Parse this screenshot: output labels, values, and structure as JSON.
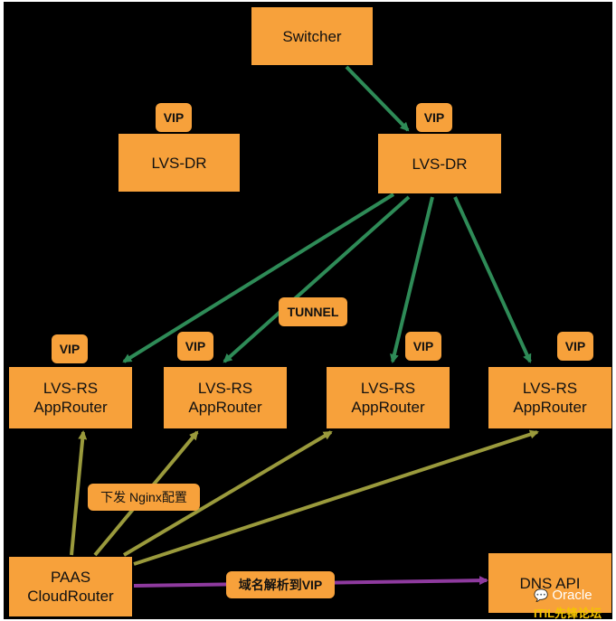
{
  "nodes": {
    "switcher": "Switcher",
    "lvs_dr_left": "LVS-DR",
    "lvs_dr_right": "LVS-DR",
    "rs1": [
      "LVS-RS",
      "AppRouter"
    ],
    "rs2": [
      "LVS-RS",
      "AppRouter"
    ],
    "rs3": [
      "LVS-RS",
      "AppRouter"
    ],
    "rs4": [
      "LVS-RS",
      "AppRouter"
    ],
    "paas": [
      "PAAS",
      "CloudRouter"
    ],
    "dns": "DNS API"
  },
  "tags": {
    "vip": "VIP",
    "tunnel": "TUNNEL"
  },
  "edge_labels": {
    "nginx": "下发 Nginx配置",
    "dns_resolve": "域名解析到VIP"
  },
  "colors": {
    "background": "#000000",
    "node_fill": "#f7a13b",
    "green_arrow": "#2e8b57",
    "olive_arrow": "#9a9a3c",
    "purple_arrow": "#8e3a9e"
  },
  "watermark": {
    "brand": "Oracle",
    "forum": "ITIL先锋论坛"
  }
}
